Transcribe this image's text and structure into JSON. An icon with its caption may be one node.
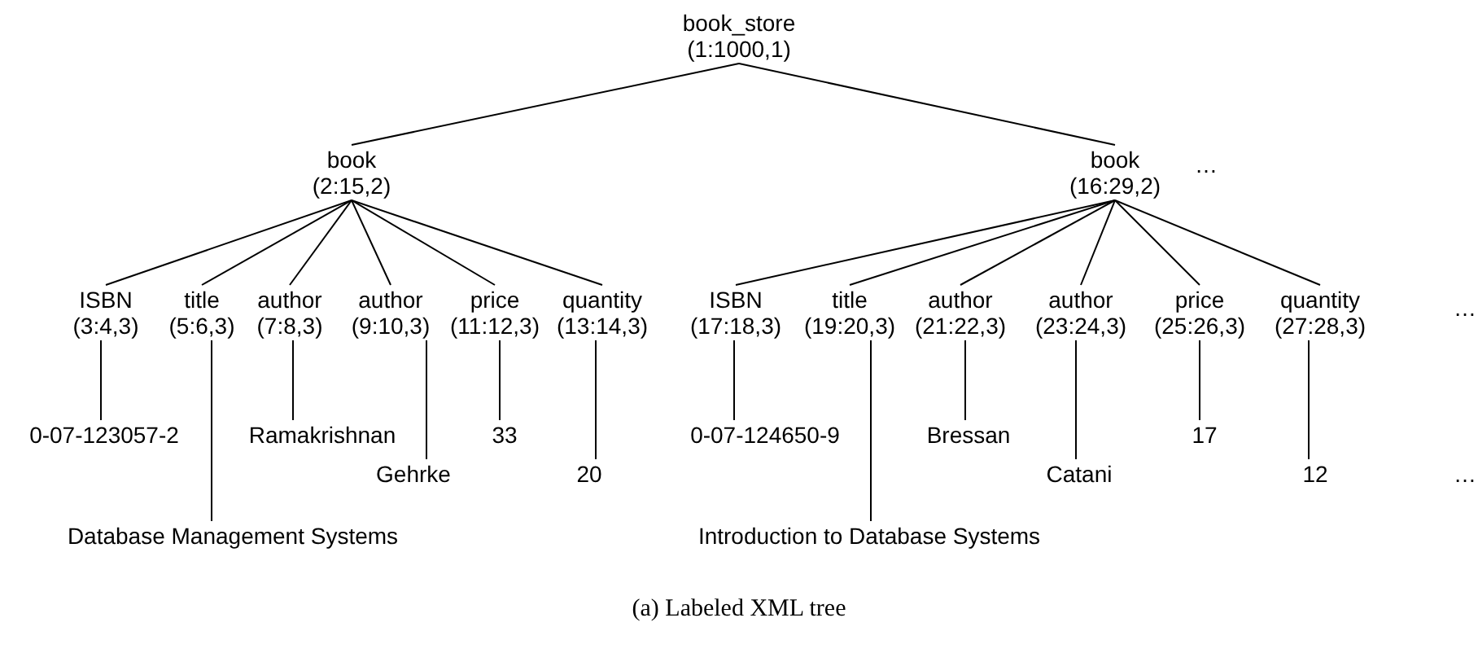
{
  "diagram": {
    "caption": "(a) Labeled XML tree",
    "nodes": [
      {
        "text": [
          "book_store",
          "(1:1000,1)"
        ]
      },
      {
        "text": [
          "book",
          "(2:15,2)"
        ]
      },
      {
        "text": [
          "book",
          "(16:29,2)"
        ]
      },
      {
        "text": [
          "ISBN",
          "(3:4,3)"
        ]
      },
      {
        "text": [
          "title",
          "(5:6,3)"
        ]
      },
      {
        "text": [
          "author",
          "(7:8,3)"
        ]
      },
      {
        "text": [
          "author",
          "(9:10,3)"
        ]
      },
      {
        "text": [
          "price",
          "(11:12,3)"
        ]
      },
      {
        "text": [
          "quantity",
          "(13:14,3)"
        ]
      },
      {
        "text": [
          "ISBN",
          "(17:18,3)"
        ]
      },
      {
        "text": [
          "title",
          "(19:20,3)"
        ]
      },
      {
        "text": [
          "author",
          "(21:22,3)"
        ]
      },
      {
        "text": [
          "author",
          "(23:24,3)"
        ]
      },
      {
        "text": [
          "price",
          "(25:26,3)"
        ]
      },
      {
        "text": [
          "quantity",
          "(27:28,3)"
        ]
      },
      {
        "text": [
          "0-07-123057-2"
        ]
      },
      {
        "text": [
          "Database Management Systems"
        ]
      },
      {
        "text": [
          "Ramakrishnan"
        ]
      },
      {
        "text": [
          "Gehrke"
        ]
      },
      {
        "text": [
          "33"
        ]
      },
      {
        "text": [
          "20"
        ]
      },
      {
        "text": [
          "0-07-124650-9"
        ]
      },
      {
        "text": [
          "Introduction to Database Systems"
        ]
      },
      {
        "text": [
          "Bressan"
        ]
      },
      {
        "text": [
          "Catani"
        ]
      },
      {
        "text": [
          "17"
        ]
      },
      {
        "text": [
          "12"
        ]
      }
    ],
    "edges": [
      {
        "from": 0,
        "to": 1,
        "arrow": "none"
      },
      {
        "from": 0,
        "to": 2,
        "arrow": "none"
      },
      {
        "from": 1,
        "to": 3,
        "arrow": "none"
      },
      {
        "from": 1,
        "to": 4,
        "arrow": "none"
      },
      {
        "from": 1,
        "to": 5,
        "arrow": "none"
      },
      {
        "from": 1,
        "to": 6,
        "arrow": "none"
      },
      {
        "from": 1,
        "to": 7,
        "arrow": "none"
      },
      {
        "from": 1,
        "to": 8,
        "arrow": "none"
      },
      {
        "from": 2,
        "to": 9,
        "arrow": "none"
      },
      {
        "from": 2,
        "to": 10,
        "arrow": "none"
      },
      {
        "from": 2,
        "to": 11,
        "arrow": "none"
      },
      {
        "from": 2,
        "to": 12,
        "arrow": "none"
      },
      {
        "from": 2,
        "to": 13,
        "arrow": "none"
      },
      {
        "from": 2,
        "to": 14,
        "arrow": "none"
      },
      {
        "from": 3,
        "to": 15,
        "arrow": "none"
      },
      {
        "from": 4,
        "to": 16,
        "arrow": "none"
      },
      {
        "from": 5,
        "to": 17,
        "arrow": "none"
      },
      {
        "from": 6,
        "to": 18,
        "arrow": "none"
      },
      {
        "from": 7,
        "to": 19,
        "arrow": "none"
      },
      {
        "from": 8,
        "to": 20,
        "arrow": "none"
      },
      {
        "from": 9,
        "to": 21,
        "arrow": "none"
      },
      {
        "from": 10,
        "to": 22,
        "arrow": "none"
      },
      {
        "from": 11,
        "to": 23,
        "arrow": "none"
      },
      {
        "from": 12,
        "to": 24,
        "arrow": "none"
      },
      {
        "from": 13,
        "to": 25,
        "arrow": "none"
      },
      {
        "from": 14,
        "to": 26,
        "arrow": "none"
      }
    ],
    "labels": [
      "…",
      "…",
      "…"
    ]
  }
}
